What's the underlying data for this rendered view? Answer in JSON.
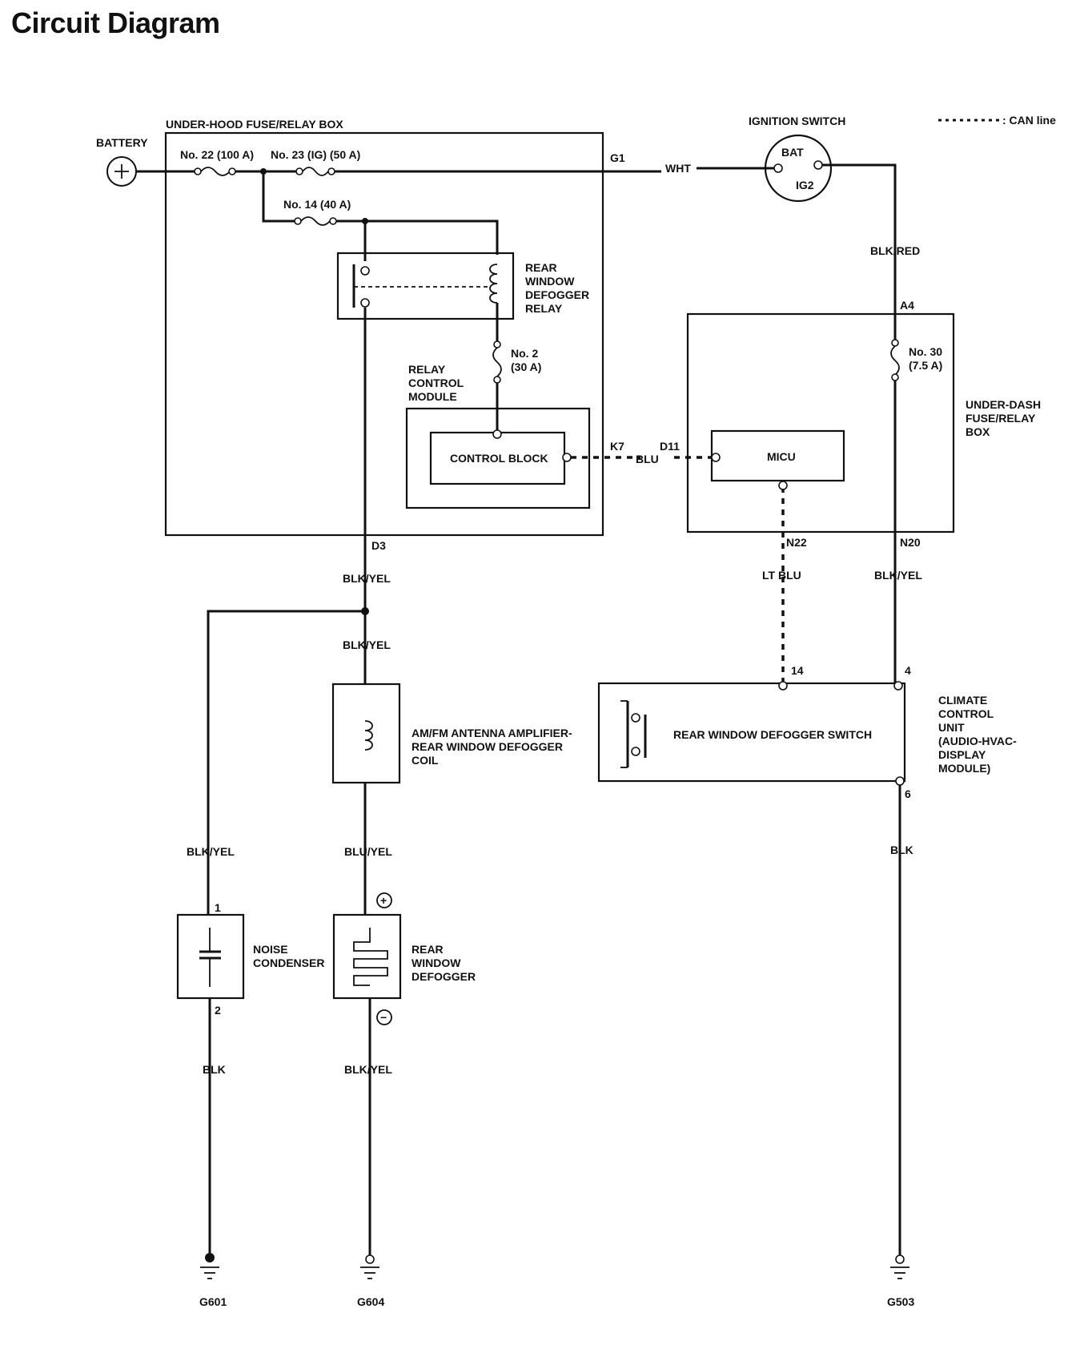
{
  "title": "Circuit Diagram",
  "legend": {
    "can_line": ": CAN line"
  },
  "components": {
    "battery": "BATTERY",
    "under_hood_box": "UNDER-HOOD FUSE/RELAY BOX",
    "fuse_22": "No. 22 (100 A)",
    "fuse_23": "No. 23 (IG) (50 A)",
    "fuse_14": "No. 14 (40 A)",
    "fuse_2": [
      "No. 2",
      "(30 A)"
    ],
    "relay": [
      "REAR",
      "WINDOW",
      "DEFOGGER",
      "RELAY"
    ],
    "relay_control_module": [
      "RELAY",
      "CONTROL",
      "MODULE"
    ],
    "control_block": "CONTROL BLOCK",
    "ignition_switch": "IGNITION SWITCH",
    "ign_bat": "BAT",
    "ign_ig2": "IG2",
    "under_dash_box": [
      "UNDER-DASH",
      "FUSE/RELAY",
      "BOX"
    ],
    "fuse_30": [
      "No. 30",
      "(7.5 A)"
    ],
    "micu": "MICU",
    "antenna_coil": [
      "AM/FM ANTENNA AMPLIFIER-",
      "REAR WINDOW DEFOGGER",
      "COIL"
    ],
    "noise_condenser": [
      "NOISE",
      "CONDENSER"
    ],
    "rear_defogger": [
      "REAR",
      "WINDOW",
      "DEFOGGER"
    ],
    "defogger_switch": "REAR WINDOW DEFOGGER SWITCH",
    "climate_unit": [
      "CLIMATE",
      "CONTROL",
      "UNIT",
      "(AUDIO-HVAC-",
      "DISPLAY",
      "MODULE)"
    ],
    "plus_symbol": "+",
    "minus_symbol": "−"
  },
  "connectors": {
    "g1": "G1",
    "k7": "K7",
    "d11": "D11",
    "a4": "A4",
    "d3": "D3",
    "n22": "N22",
    "n20": "N20",
    "pin14": "14",
    "pin4": "4",
    "pin6": "6",
    "pin1": "1",
    "pin2": "2"
  },
  "wires": {
    "wht": "WHT",
    "blk_red": "BLK/RED",
    "blu": "BLU",
    "blk_yel_d3": "BLK/YEL",
    "blk_yel_coil": "BLK/YEL",
    "blk_yel_cond": "BLK/YEL",
    "blu_yel": "BLU/YEL",
    "blk_cond": "BLK",
    "blk_yel_defog": "BLK/YEL",
    "lt_blu": "LT BLU",
    "blk_yel_n20": "BLK/YEL",
    "blk_g503": "BLK"
  },
  "grounds": {
    "g601": "G601",
    "g604": "G604",
    "g503": "G503"
  }
}
